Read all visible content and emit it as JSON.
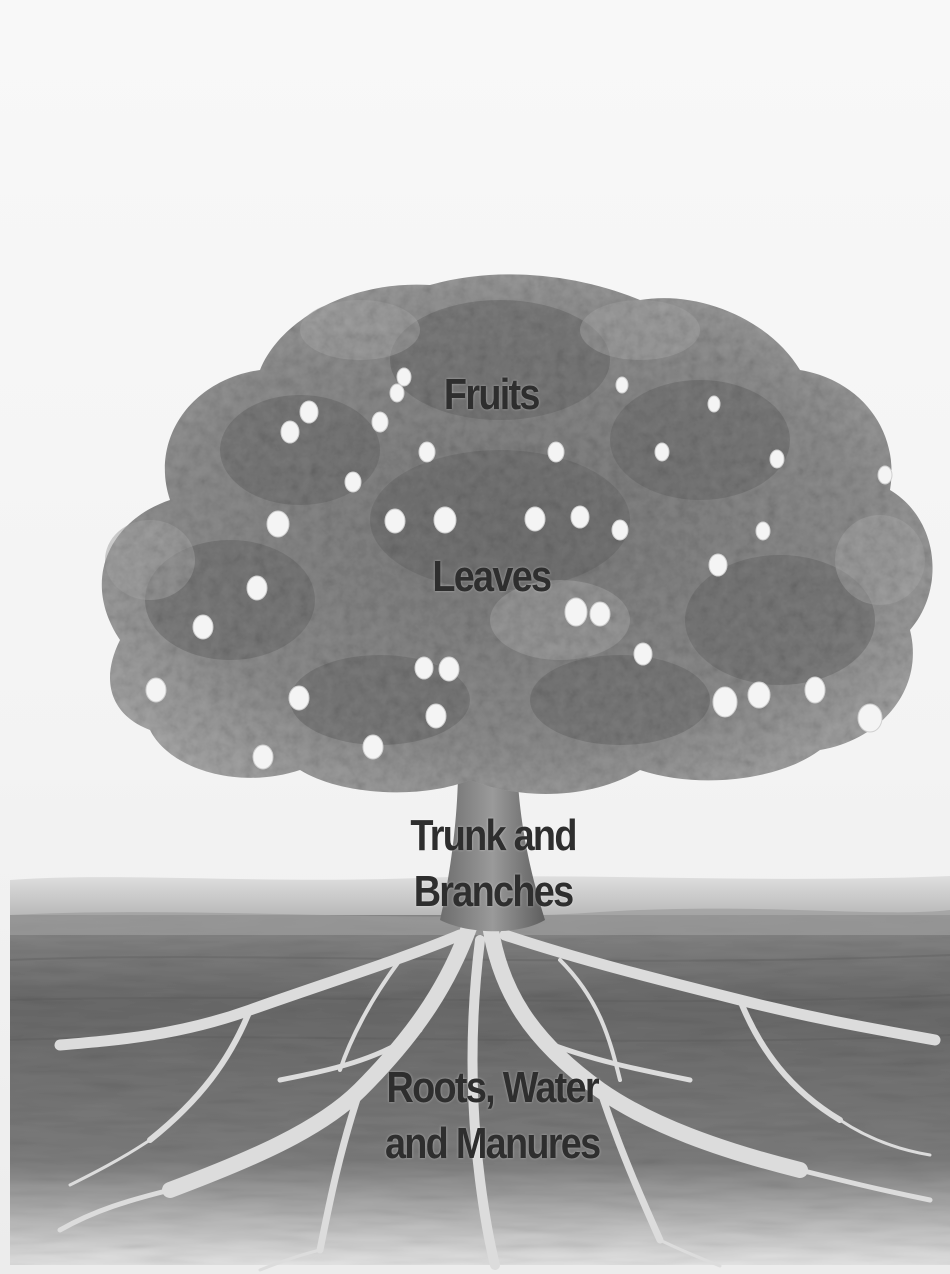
{
  "labels": {
    "fruits": "Fruits",
    "leaves": "Leaves",
    "trunk_line1": "Trunk and",
    "trunk_line2": "Branches",
    "roots_line1": "Roots, Water",
    "roots_line2": "and Manures"
  },
  "colors": {
    "label_text": "#2e2e2e",
    "canopy_dark": "#5a5a5a",
    "canopy_mid": "#8a8a8a",
    "canopy_light": "#b8b8b8",
    "fruit": "#f2f2f2",
    "soil": "#6b6b6b",
    "root": "#d9d9d9"
  }
}
